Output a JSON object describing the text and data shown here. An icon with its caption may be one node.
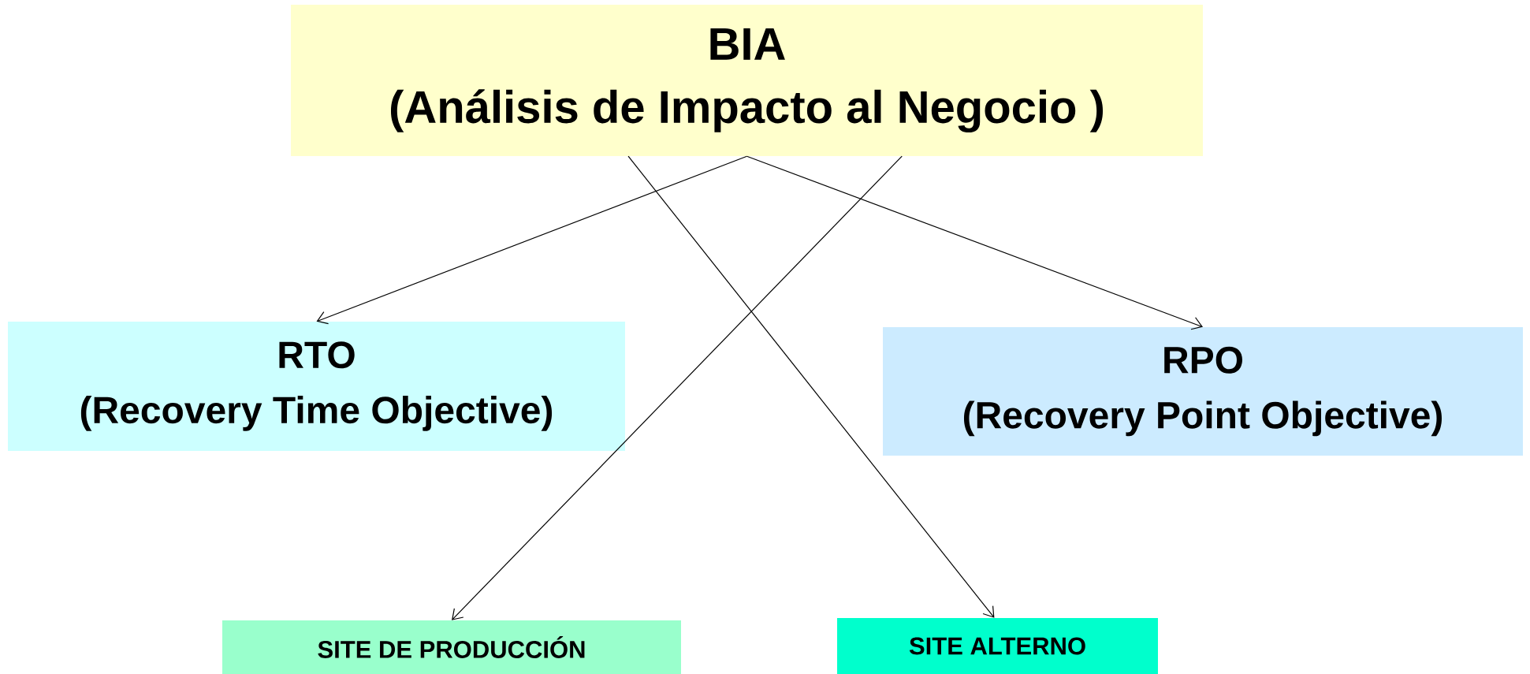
{
  "diagram": {
    "nodes": [
      {
        "text": [
          "BIA",
          "(Análisis de Impacto al Negocio )"
        ]
      },
      {
        "text": [
          "RTO",
          "(Recovery Time Objective)"
        ]
      },
      {
        "text": [
          "RPO",
          "(Recovery Point Objective)"
        ]
      },
      {
        "text": [
          "SITE DE PRODUCCIÓN"
        ]
      },
      {
        "text": [
          "SITE ALTERNO"
        ]
      }
    ],
    "edges": [
      {
        "from": 0,
        "to": 1,
        "arrow": "to"
      },
      {
        "from": 0,
        "to": 2,
        "arrow": "to"
      },
      {
        "from": 0,
        "to": 4,
        "arrow": "to"
      },
      {
        "from": 0,
        "to": 3,
        "arrow": "to"
      }
    ]
  }
}
